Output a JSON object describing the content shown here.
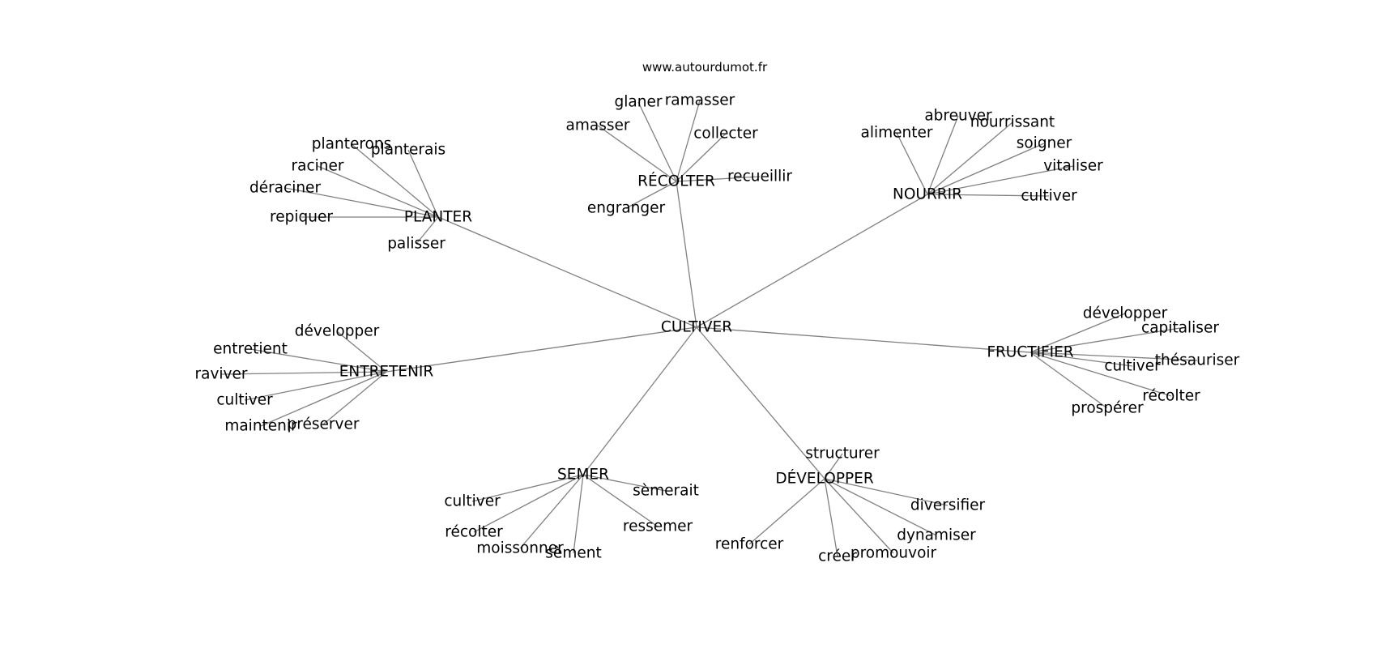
{
  "source": "www.autourdumot.fr",
  "center": "CULTIVER",
  "groups": [
    {
      "label": "RÉCOLTER",
      "children": [
        "glaner",
        "ramasser",
        "amasser",
        "collecter",
        "recueillir",
        "engranger"
      ]
    },
    {
      "label": "NOURRIR",
      "children": [
        "abreuver",
        "alimenter",
        "nourrissant",
        "soigner",
        "vitaliser",
        "cultiver"
      ]
    },
    {
      "label": "PLANTER",
      "children": [
        "planterons",
        "planterais",
        "raciner",
        "déraciner",
        "repiquer",
        "palisser"
      ]
    },
    {
      "label": "ENTRETENIR",
      "children": [
        "développer",
        "entretient",
        "raviver",
        "cultiver",
        "maintenir",
        "préserver"
      ]
    },
    {
      "label": "FRUCTIFIER",
      "children": [
        "développer",
        "capitaliser",
        "thésauriser",
        "cultiver",
        "récolter",
        "prospérer"
      ]
    },
    {
      "label": "SEMER",
      "children": [
        "cultiver",
        "sèmerait",
        "ressemer",
        "récolter",
        "moissonner",
        "sèment"
      ]
    },
    {
      "label": "DÉVELOPPER",
      "children": [
        "structurer",
        "diversifier",
        "dynamiser",
        "promouvoir",
        "créer",
        "renforcer"
      ]
    }
  ]
}
